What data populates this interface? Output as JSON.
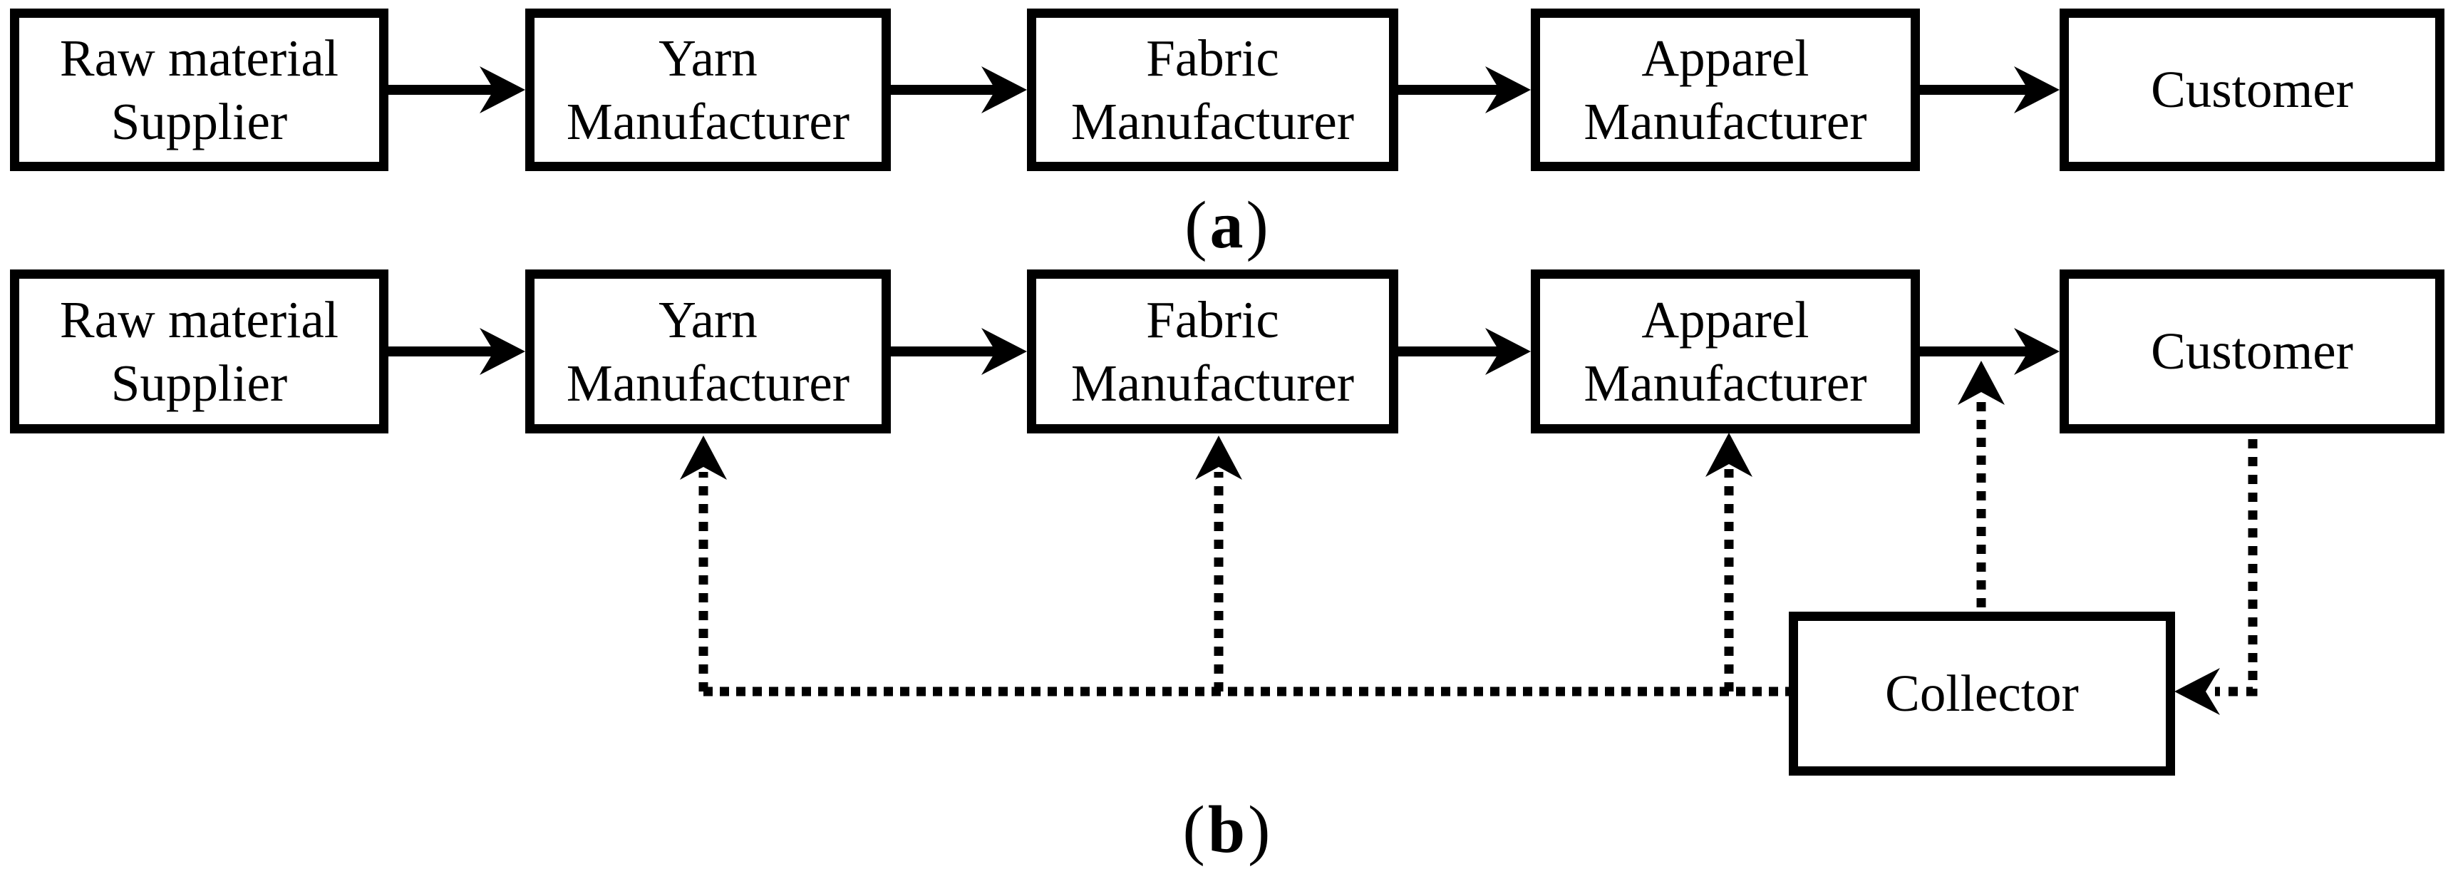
{
  "figure": {
    "background_color": "#ffffff",
    "ink_color": "#000000",
    "panel_a": {
      "caption_open": "(",
      "caption_letter": "a",
      "caption_close": ")",
      "nodes": {
        "raw": "Raw material\nSupplier",
        "yarn": "Yarn\nManufacturer",
        "fabric": "Fabric\nManufacturer",
        "apparel": "Apparel\nManufacturer",
        "customer": "Customer"
      },
      "flow": [
        "Raw material Supplier",
        "Yarn Manufacturer",
        "Fabric Manufacturer",
        "Apparel Manufacturer",
        "Customer"
      ]
    },
    "panel_b": {
      "caption_open": "(",
      "caption_letter": "b",
      "caption_close": ")",
      "nodes": {
        "raw": "Raw material\nSupplier",
        "yarn": "Yarn\nManufacturer",
        "fabric": "Fabric\nManufacturer",
        "apparel": "Apparel\nManufacturer",
        "customer": "Customer",
        "collector": "Collector"
      },
      "flow": [
        "Raw material Supplier",
        "Yarn Manufacturer",
        "Fabric Manufacturer",
        "Apparel Manufacturer",
        "Customer"
      ],
      "return_flows": [
        "Customer to Collector",
        "Collector to Yarn Manufacturer",
        "Collector to Fabric Manufacturer",
        "Collector to Apparel Manufacturer",
        "Collector to Apparel-Customer link"
      ]
    }
  }
}
